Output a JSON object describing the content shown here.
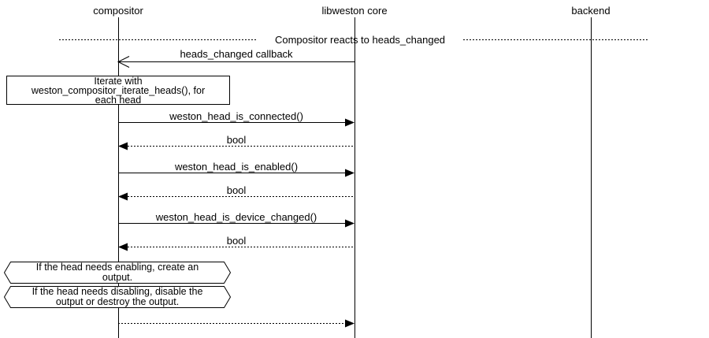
{
  "participants": [
    {
      "label": "compositor"
    },
    {
      "label": "libweston core"
    },
    {
      "label": "backend"
    }
  ],
  "divider": {
    "label": "Compositor reacts to heads_changed"
  },
  "messages": [
    {
      "label": "heads_changed callback",
      "from": "libweston core",
      "to": "compositor",
      "line": "solid",
      "arrowhead": "open"
    },
    {
      "label": "weston_head_is_connected()",
      "from": "compositor",
      "to": "libweston core",
      "line": "solid",
      "arrowhead": "filled"
    },
    {
      "label": "bool",
      "from": "libweston core",
      "to": "compositor",
      "line": "dotted",
      "arrowhead": "filled"
    },
    {
      "label": "weston_head_is_enabled()",
      "from": "compositor",
      "to": "libweston core",
      "line": "solid",
      "arrowhead": "filled"
    },
    {
      "label": "bool",
      "from": "libweston core",
      "to": "compositor",
      "line": "dotted",
      "arrowhead": "filled"
    },
    {
      "label": "weston_head_is_device_changed()",
      "from": "compositor",
      "to": "libweston core",
      "line": "solid",
      "arrowhead": "filled"
    },
    {
      "label": "bool",
      "from": "libweston core",
      "to": "compositor",
      "line": "dotted",
      "arrowhead": "filled"
    },
    {
      "label": "",
      "from": "compositor",
      "to": "libweston core",
      "line": "dotted",
      "arrowhead": "filled"
    }
  ],
  "notes": [
    {
      "shape": "box",
      "lines": [
        "Iterate with",
        "weston_compositor_iterate_heads(), for",
        "each head"
      ]
    },
    {
      "shape": "angular-box",
      "lines": [
        "If the head needs enabling, create an",
        "output."
      ]
    },
    {
      "shape": "angular-box",
      "lines": [
        "If the head needs disabling, disable the",
        "output or destroy the output."
      ]
    }
  ],
  "colors": {
    "line": "#000000",
    "background": "#ffffff",
    "text": "#000000"
  }
}
